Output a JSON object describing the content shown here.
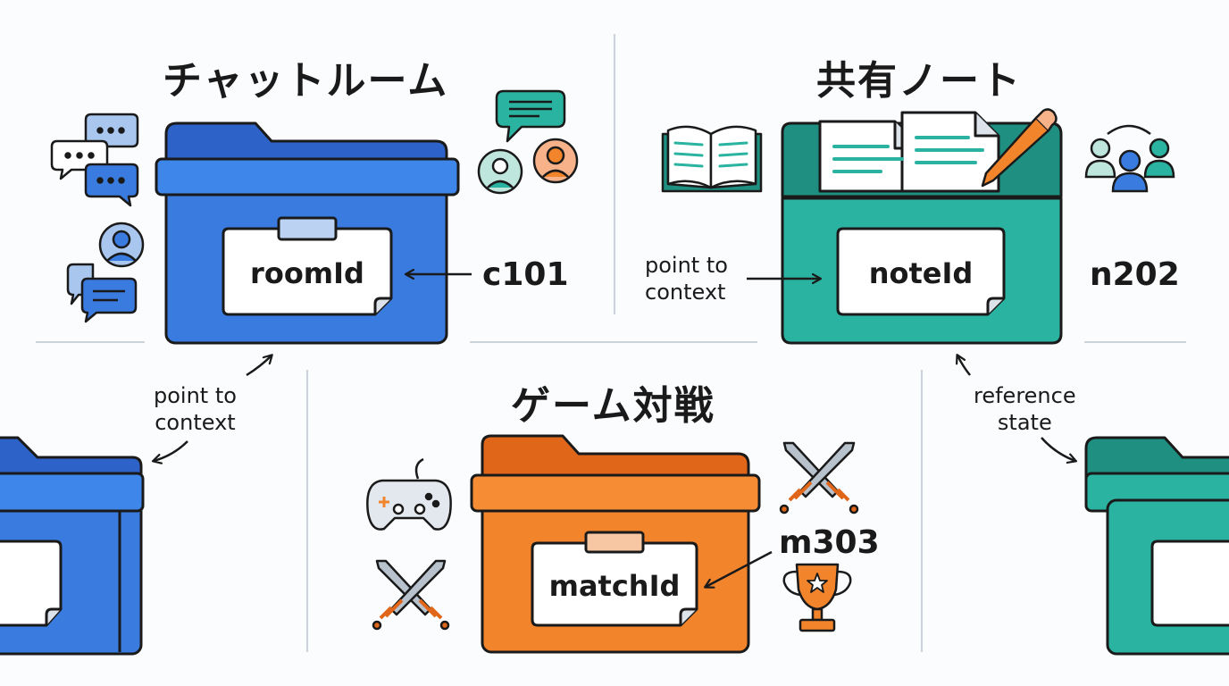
{
  "sections": {
    "chat": {
      "title": "チャットルーム",
      "label": "roomId",
      "value": "c101",
      "color": "#3a7be0"
    },
    "note": {
      "title": "共有ノート",
      "label": "noteId",
      "value": "n202",
      "color": "#2ab3a0"
    },
    "game": {
      "title": "ゲーム対戦",
      "label": "matchId",
      "value": "m303",
      "color": "#f2842c"
    }
  },
  "annotations": {
    "chat_context": [
      "point to",
      "context"
    ],
    "note_context": [
      "point to",
      "context"
    ],
    "reference_state": [
      "reference",
      "state"
    ]
  },
  "icons": [
    "chat-bubbles-icon",
    "user-avatar-icon",
    "speech-bubble-icon",
    "open-book-icon",
    "pencil-icon",
    "user-group-icon",
    "gamepad-icon",
    "crossed-swords-icon",
    "trophy-icon"
  ]
}
